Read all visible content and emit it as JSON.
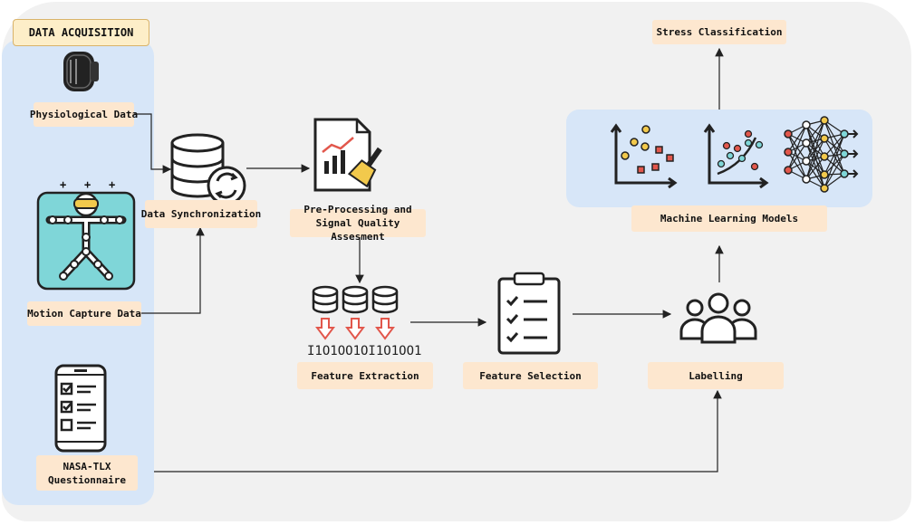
{
  "panel": {
    "title": "DATA ACQUISITION"
  },
  "sources": {
    "physiological": "Physiological Data",
    "motion": "Motion Capture Data",
    "questionnaire": "NASA-TLX\nQuestionnaire"
  },
  "pipeline": {
    "sync": "Data Synchronization",
    "preprocessing": "Pre-Processing and\nSignal Quality Assesment",
    "feature_extraction": "Feature Extraction",
    "feature_selection": "Feature Selection",
    "labelling": "Labelling",
    "ml_models": "Machine Learning Models",
    "classification": "Stress Classification"
  },
  "binary_text": "I1O1OO1OI1O1OO1",
  "colors": {
    "panel_blue": "#d7e6f8",
    "label_fill": "#fde7cf",
    "accent_cyan": "#7fd6d8",
    "accent_red": "#e2574c",
    "accent_yellow": "#f2c94c"
  }
}
